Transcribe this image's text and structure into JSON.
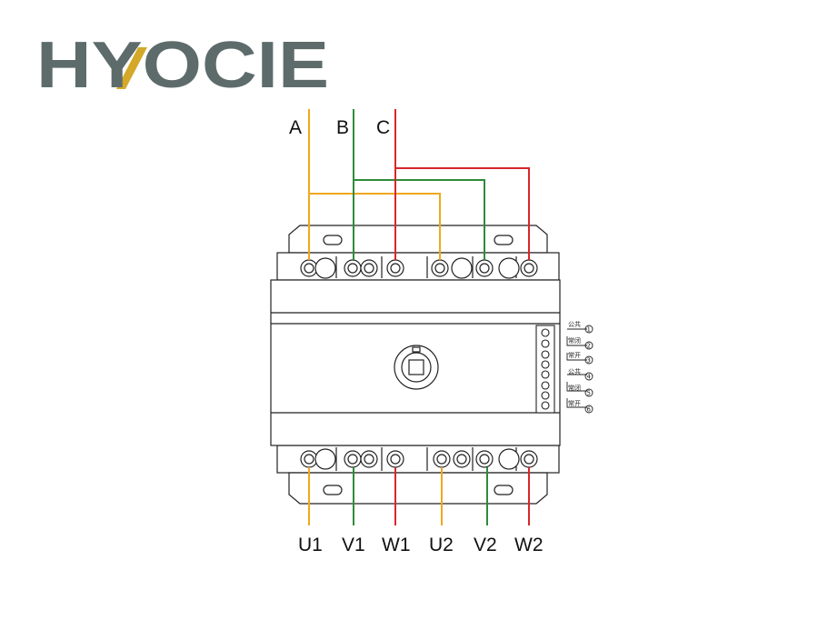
{
  "brand": {
    "name": "HYOCIE",
    "text_color": "#5d6b6b",
    "accent_color": "#d4a92a"
  },
  "inputs": {
    "phase_a": "A",
    "phase_b": "B",
    "phase_c": "C"
  },
  "outputs": {
    "u1": "U1",
    "v1": "V1",
    "w1": "W1",
    "u2": "U2",
    "v2": "V2",
    "w2": "W2"
  },
  "aux_contacts": {
    "common_1": "公共",
    "nc_1": "常闭",
    "no_1": "常开",
    "common_2": "公共",
    "nc_2": "常闭",
    "no_2": "常开",
    "num_1": "1",
    "num_2": "2",
    "num_3": "3",
    "num_4": "4",
    "num_5": "5",
    "num_6": "6"
  },
  "wire_colors": {
    "phase_a": "#f0a81e",
    "phase_b": "#2e8b3a",
    "phase_c": "#d8262a"
  }
}
